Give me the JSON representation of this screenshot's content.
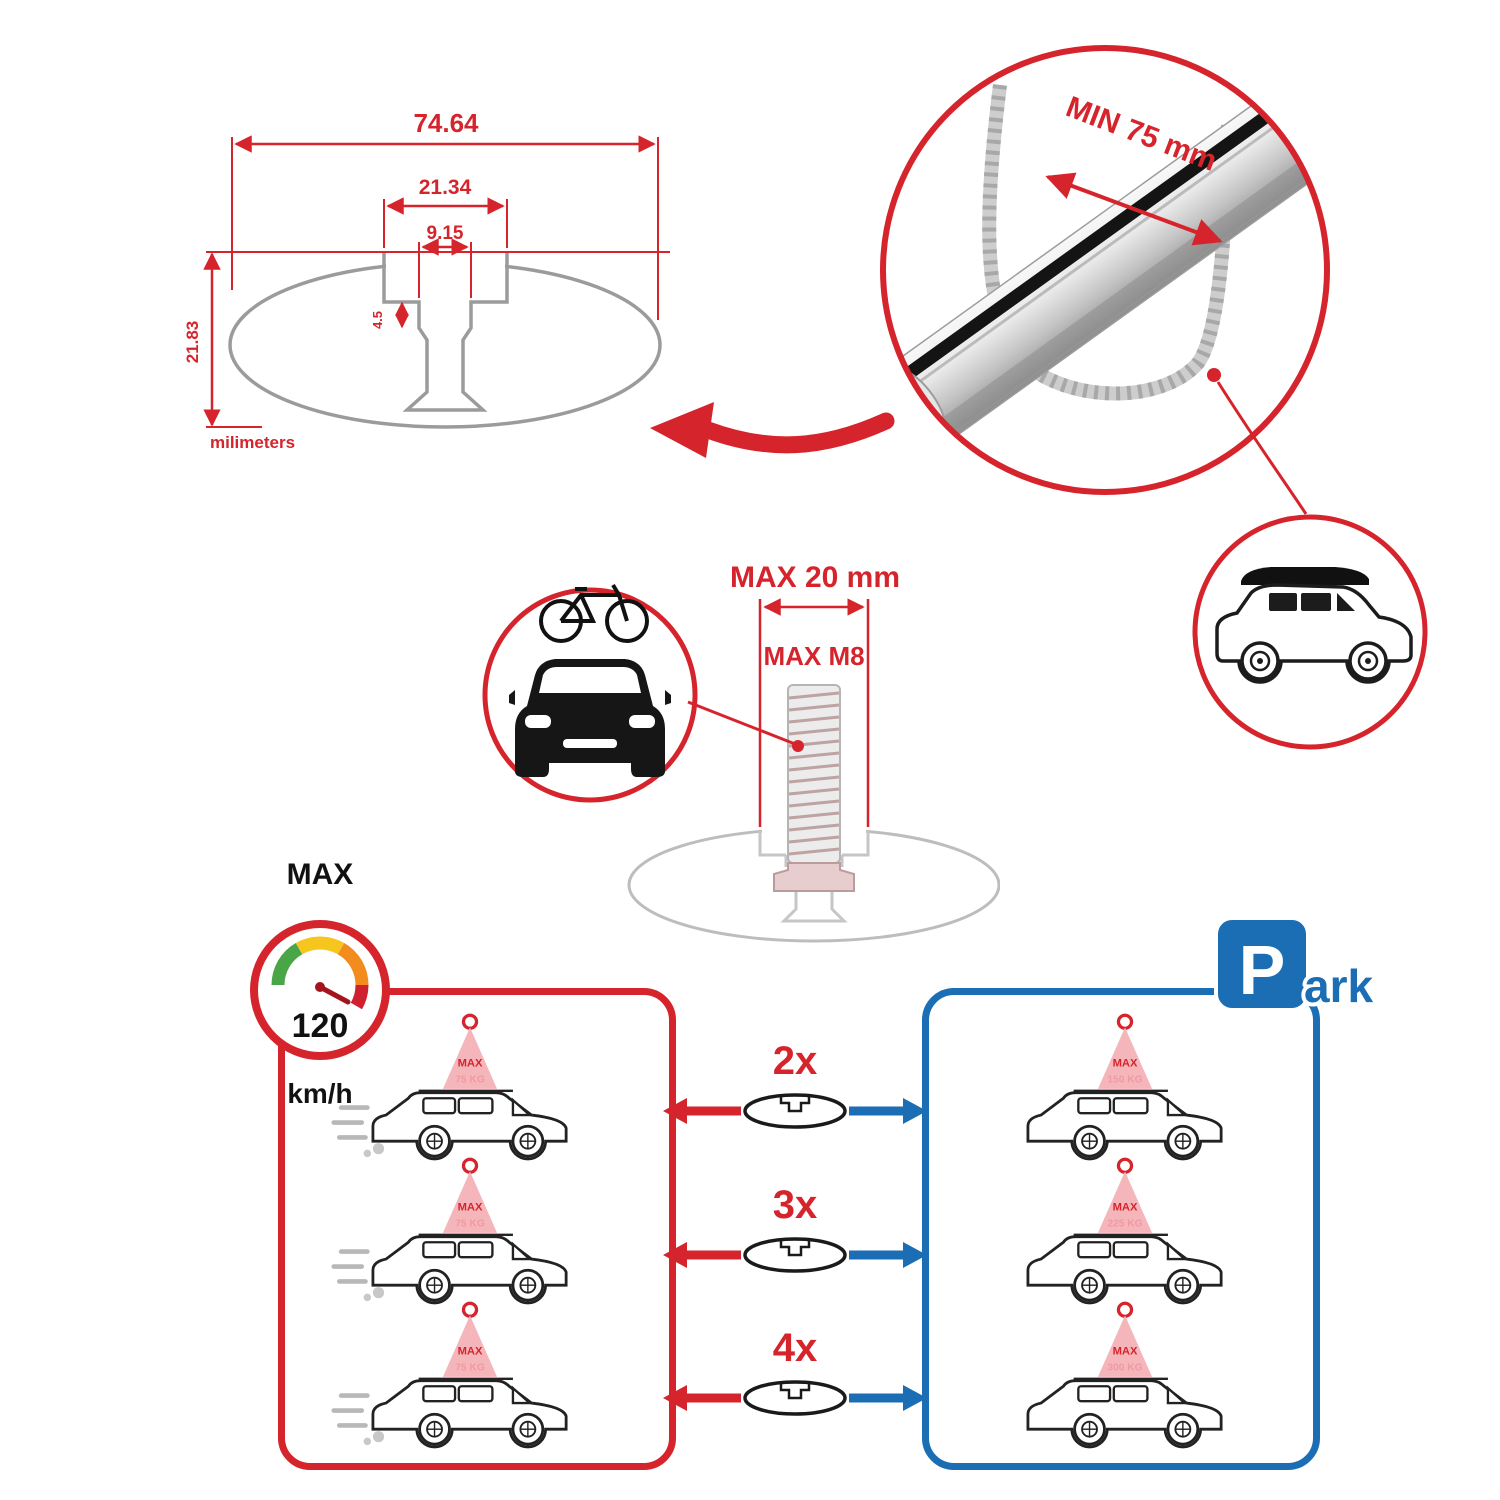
{
  "colors": {
    "red": "#d6242c",
    "blue": "#1b6eb4",
    "pink": "#f4b6ba",
    "grey": "#9b9b9b"
  },
  "profile_drawing": {
    "total_width": "74.64",
    "channel_width": "21.34",
    "slot_width": "9.15",
    "lip_depth": "4.5",
    "total_height": "21.83",
    "unit_label": "milimeters"
  },
  "bar_detail": {
    "min_clamp_label": "MIN 75 mm"
  },
  "bolt_detail": {
    "max_width_label": "MAX 20 mm",
    "max_thread_label": "MAX M8"
  },
  "speed_limit": {
    "label": "MAX",
    "value": "120",
    "unit": "km/h"
  },
  "driving_panel": {
    "cars": [
      {
        "badge": "MAX",
        "load": "75 KG"
      },
      {
        "badge": "MAX",
        "load": "75 KG"
      },
      {
        "badge": "MAX",
        "load": "75 KG"
      }
    ]
  },
  "crossbar_options": [
    {
      "count": "2x"
    },
    {
      "count": "3x"
    },
    {
      "count": "4x"
    }
  ],
  "parking_panel": {
    "sign_letter": "P",
    "sign_suffix": "ark",
    "cars": [
      {
        "badge": "MAX",
        "load": "150 KG"
      },
      {
        "badge": "MAX",
        "load": "225 KG"
      },
      {
        "badge": "MAX",
        "load": "300 KG"
      }
    ]
  }
}
